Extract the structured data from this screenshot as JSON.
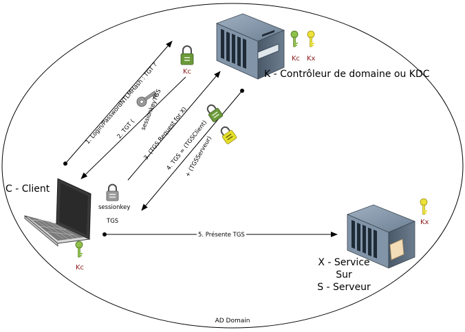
{
  "domain_label": "AD Domain",
  "kdc": {
    "label": "K - Contrôleur de domaine ou KDC",
    "key_kc": "Kc",
    "key_kx": "Kx"
  },
  "client": {
    "label": "C - Client",
    "key_kc": "Kc",
    "session_key_line1": "sessionkey",
    "session_key_line2": "TGS"
  },
  "service": {
    "line1": "X - Service",
    "line2": "Sur",
    "line3": "S - Serveur",
    "key_kx": "Kx"
  },
  "lock_kc": "Kc",
  "arrows": {
    "a1": "1. Login/PasswordNTLMHash : TGT ?",
    "a2": "2. TGT (",
    "a2_key": "sessionkeyTGS",
    "a3": "3. (TGS Request for X)",
    "a4": "4. TGS = (TGSClient)",
    "a4b": "+ (TGSServeur)",
    "a5": "5. Présente TGS"
  },
  "colors": {
    "server_body": "#5f6f80",
    "lock_green": "#6c9a3a",
    "lock_yellow": "#e5e02a",
    "key_green": "#8ec04b",
    "key_yellow": "#ece23a",
    "key_label": "#8b1a1a"
  }
}
